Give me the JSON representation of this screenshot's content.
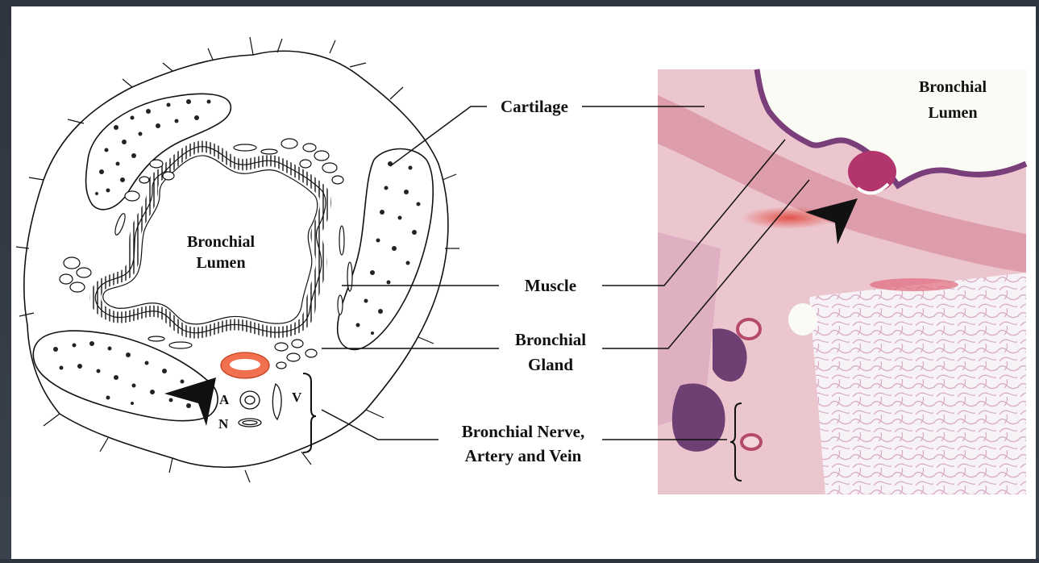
{
  "drawing": {
    "lumen_line1": "Bronchial",
    "lumen_line2": "Lumen",
    "artery_letter": "A",
    "vein_letter": "V",
    "nerve_letter": "N"
  },
  "labels": {
    "cartilage": "Cartilage",
    "muscle": "Muscle",
    "gland_line1": "Bronchial",
    "gland_line2": "Gland",
    "nav_line1": "Bronchial Nerve,",
    "nav_line2": "Artery and Vein"
  },
  "micrograph": {
    "lumen_line1": "Bronchial",
    "lumen_line2": "Lumen"
  },
  "colors": {
    "gland_highlight": "#f07050",
    "tissue_pink": "#e7b7c2",
    "tissue_purple": "#6e3f72",
    "smooth_muscle_red": "#e0463a"
  }
}
